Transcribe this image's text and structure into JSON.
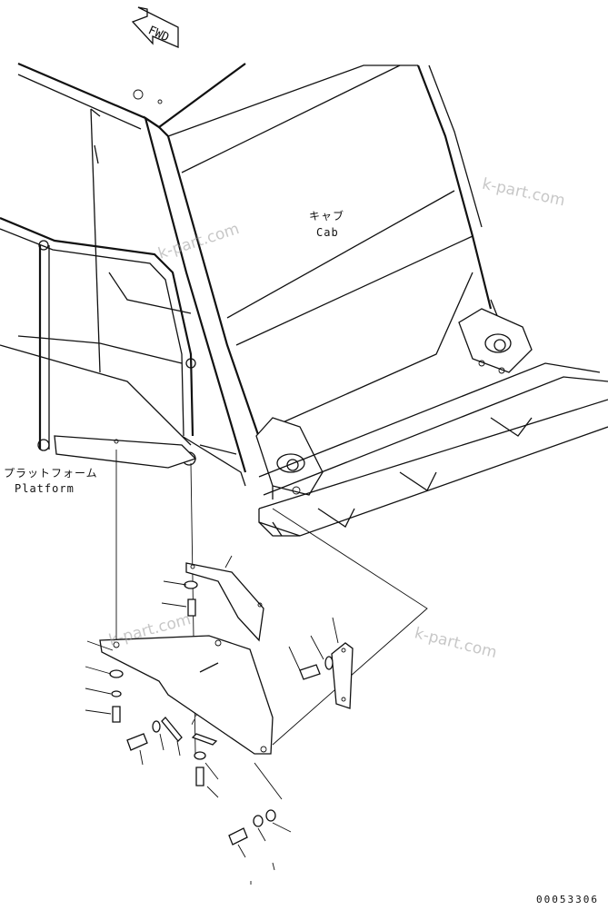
{
  "direction_marker": "FWD",
  "labels": {
    "cab_jp": "キャブ",
    "cab_en": "Cab",
    "platform_jp": "プラットフォーム",
    "platform_en": "Platform"
  },
  "watermarks": [
    "k-part.com",
    "k-part.com",
    "k-part.com",
    "k-part.com"
  ],
  "drawing_code": "00053306",
  "colors": {
    "line": "#111111",
    "background": "#ffffff",
    "watermark": "#9a9a9a"
  },
  "icons": {
    "direction_arrow": "fwd-arrow-icon"
  }
}
